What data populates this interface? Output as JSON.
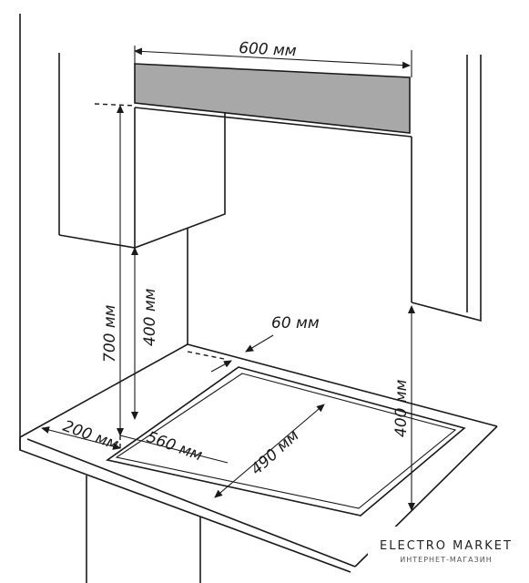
{
  "dimensions": {
    "hood_width": "600 мм",
    "total_height": "700 мм",
    "cabinet_clearance": "400 мм",
    "back_clearance": "60 мм",
    "side_clearance": "200 мм",
    "cutout_width": "560 мм",
    "cutout_depth": "490 мм",
    "right_clearance": "400 мм"
  },
  "logo": {
    "title": "ELECTRO MARKET",
    "subtitle": "ИНТЕРНЕТ-МАГАЗИН"
  },
  "colors": {
    "hood_fill": "#a8a8a8",
    "line": "#1a1a1a"
  }
}
